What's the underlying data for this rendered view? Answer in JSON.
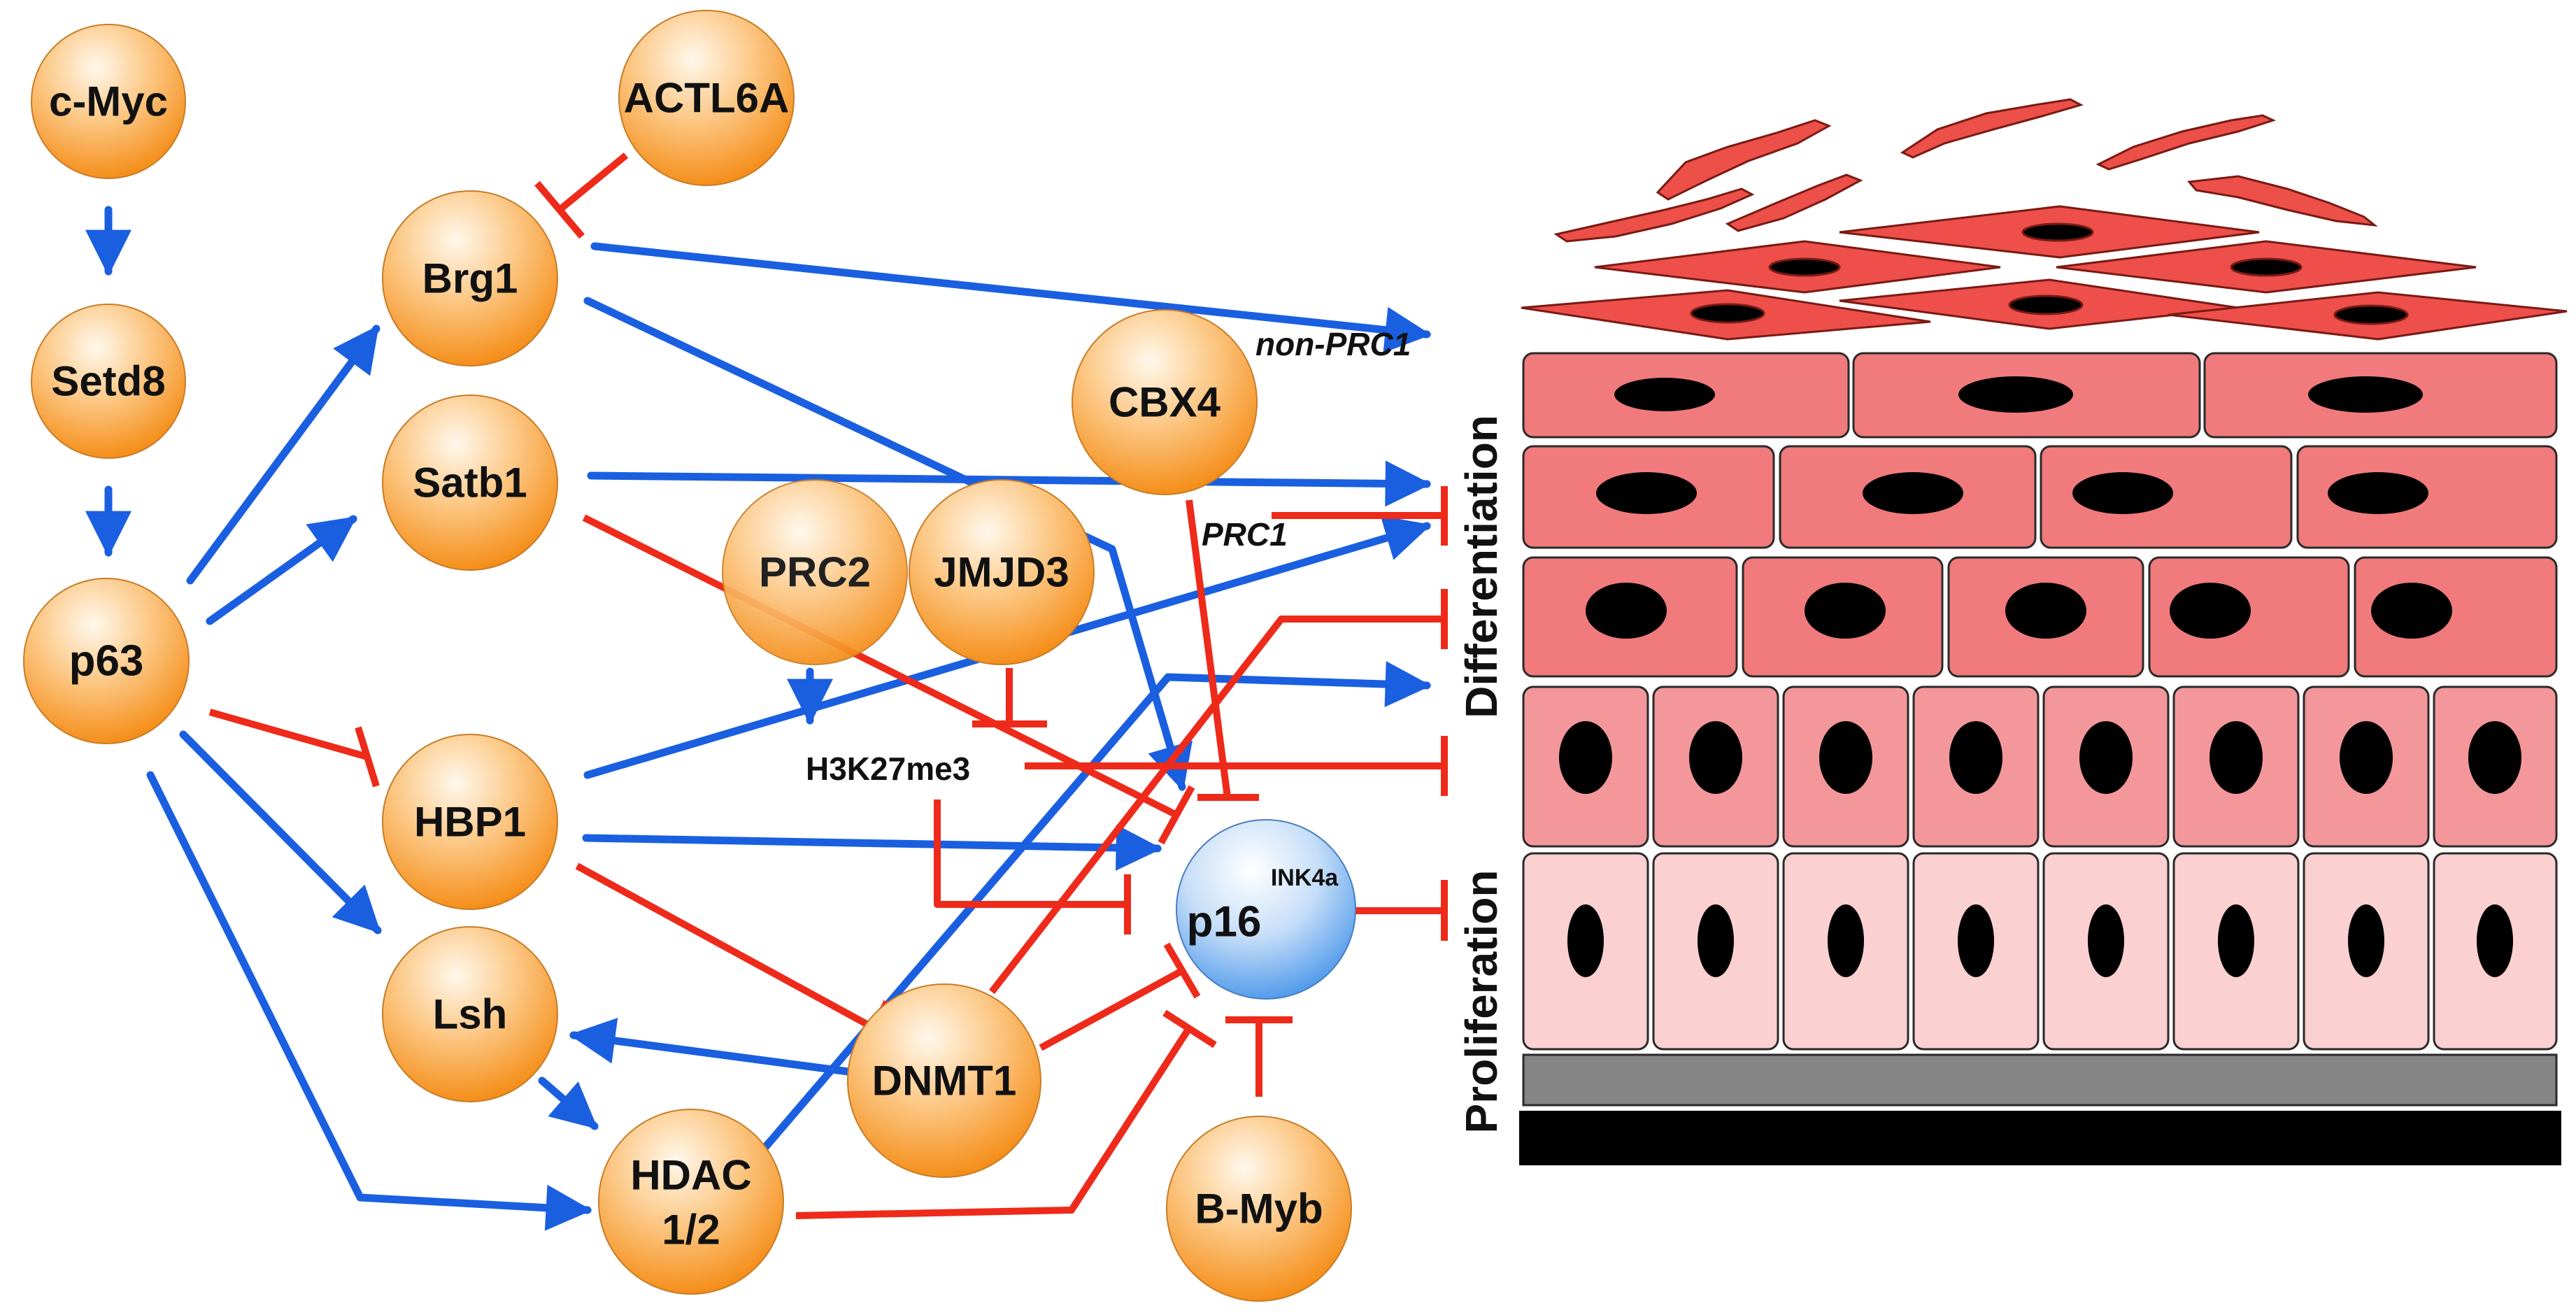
{
  "nodes": {
    "cmyc": "c-Myc",
    "setd8": "Setd8",
    "p63": "p63",
    "actl6a": "ACTL6A",
    "brg1": "Brg1",
    "satb1": "Satb1",
    "hbp1": "HBP1",
    "lsh": "Lsh",
    "hdac_line1": "HDAC",
    "hdac_line2": "1/2",
    "prc2": "PRC2",
    "jmjd3": "JMJD3",
    "cbx4": "CBX4",
    "dnmt1": "DNMT1",
    "bmyb": "B-Myb",
    "p16": "p16",
    "p16_sup": "INK4a"
  },
  "marks": {
    "h3k27me3": "H3K27me3",
    "non_prc1": "non-PRC1",
    "prc1": "PRC1"
  },
  "layers": {
    "differentiation": "Differentiation",
    "proliferation": "Proliferation"
  },
  "colors": {
    "activation": "#1a5fe0",
    "inhibition": "#ee2a1a",
    "node_top": "#fff7ea",
    "node_bottom": "#f7961e",
    "p16_top": "#ffffff",
    "p16_bottom": "#5aa3ee",
    "squamous": "#ec5048",
    "granular": "#ee4f4a",
    "spinous_upper": "#f07a7c",
    "spinous_lower": "#f3979a",
    "basal": "#fbd0d0",
    "basement_membrane": "#858585",
    "dermis": "#000000",
    "nucleus": "#000000"
  }
}
